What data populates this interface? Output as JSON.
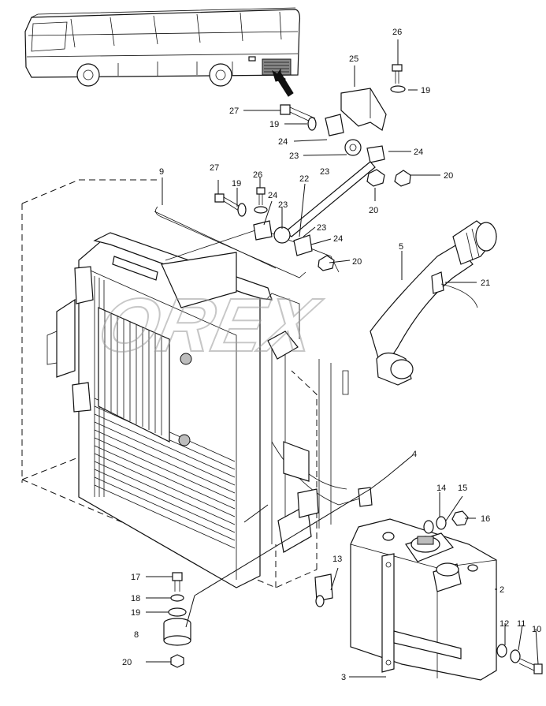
{
  "watermark": "OREX",
  "callouts": [
    {
      "id": "c26a",
      "label": "26"
    },
    {
      "id": "c25",
      "label": "25"
    },
    {
      "id": "c19a",
      "label": "19"
    },
    {
      "id": "c27a",
      "label": "27"
    },
    {
      "id": "c19b",
      "label": "19"
    },
    {
      "id": "c24a",
      "label": "24"
    },
    {
      "id": "c23a",
      "label": "23"
    },
    {
      "id": "c23b",
      "label": "23"
    },
    {
      "id": "c24b",
      "label": "24"
    },
    {
      "id": "c20a",
      "label": "20"
    },
    {
      "id": "c20b",
      "label": "20"
    },
    {
      "id": "c9",
      "label": "9"
    },
    {
      "id": "c27b",
      "label": "27"
    },
    {
      "id": "c26b",
      "label": "26"
    },
    {
      "id": "c19c",
      "label": "19"
    },
    {
      "id": "c24c",
      "label": "24"
    },
    {
      "id": "c23c",
      "label": "23"
    },
    {
      "id": "c22",
      "label": "22"
    },
    {
      "id": "c23d",
      "label": "23"
    },
    {
      "id": "c24d",
      "label": "24"
    },
    {
      "id": "c20c",
      "label": "20"
    },
    {
      "id": "c5",
      "label": "5"
    },
    {
      "id": "c21",
      "label": "21"
    },
    {
      "id": "c4",
      "label": "4"
    },
    {
      "id": "c14",
      "label": "14"
    },
    {
      "id": "c15",
      "label": "15"
    },
    {
      "id": "c16",
      "label": "16"
    },
    {
      "id": "c13",
      "label": "13"
    },
    {
      "id": "c2",
      "label": "2"
    },
    {
      "id": "c17",
      "label": "17"
    },
    {
      "id": "c18",
      "label": "18"
    },
    {
      "id": "c19d",
      "label": "19"
    },
    {
      "id": "c8",
      "label": "8"
    },
    {
      "id": "c20d",
      "label": "20"
    },
    {
      "id": "c12",
      "label": "12"
    },
    {
      "id": "c11",
      "label": "11"
    },
    {
      "id": "c10",
      "label": "10"
    },
    {
      "id": "c3",
      "label": "3"
    }
  ]
}
